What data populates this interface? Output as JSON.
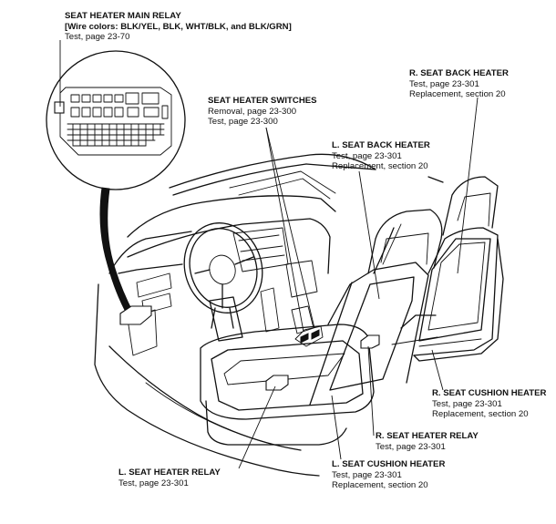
{
  "callouts": {
    "main_relay": {
      "title": "SEAT HEATER MAIN RELAY",
      "wire_colors": "[Wire colors: BLK/YEL, BLK, WHT/BLK, and BLK/GRN]",
      "test": "Test, page 23-70"
    },
    "r_seat_back_heater": {
      "title": "R. SEAT BACK HEATER",
      "test": "Test, page 23-301",
      "replacement": "Replacement, section 20"
    },
    "seat_heater_switches": {
      "title": "SEAT HEATER SWITCHES",
      "removal": "Removal, page 23-300",
      "test": "Test, page 23-300"
    },
    "l_seat_back_heater": {
      "title": "L. SEAT BACK HEATER",
      "test": "Test, page 23-301",
      "replacement": "Replacement, section 20"
    },
    "r_seat_cushion_heater": {
      "title": "R. SEAT CUSHION HEATER",
      "test": "Test, page 23-301",
      "replacement": "Replacement, section 20"
    },
    "r_seat_heater_relay": {
      "title": "R. SEAT HEATER RELAY",
      "test": "Test, page 23-301"
    },
    "l_seat_heater_relay": {
      "title": "L. SEAT HEATER RELAY",
      "test": "Test, page 23-301"
    },
    "l_seat_cushion_heater": {
      "title": "L. SEAT CUSHION HEATER",
      "test": "Test, page 23-301",
      "replacement": "Replacement, section 20"
    }
  }
}
